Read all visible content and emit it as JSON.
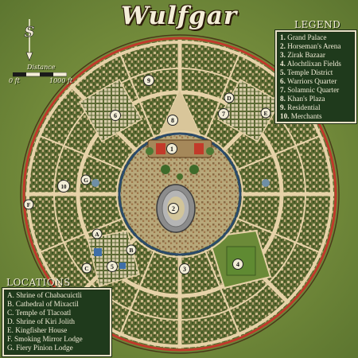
{
  "title": "Wulfgar",
  "legend": {
    "title": "LEGEND",
    "items": [
      {
        "num": "1.",
        "name": "Grand Palace"
      },
      {
        "num": "2.",
        "name": "Horseman's Arena"
      },
      {
        "num": "3.",
        "name": "Zirak Bazaar"
      },
      {
        "num": "4.",
        "name": "Alochtlixan Fields"
      },
      {
        "num": "5.",
        "name": "Temple District"
      },
      {
        "num": "6.",
        "name": "Warriors Quarter"
      },
      {
        "num": "7.",
        "name": "Solamnic Quarter"
      },
      {
        "num": "8.",
        "name": "Khan's Plaza"
      },
      {
        "num": "9.",
        "name": "Residential"
      },
      {
        "num": "10.",
        "name": "Merchants"
      }
    ]
  },
  "locations": {
    "title": "LOCATIONS",
    "items": [
      "A. Shrine of Chabacuictli",
      "B. Cathedral of Mixactil",
      "C. Temple of Tlacoatl",
      "D. Shrine of Kiri Jolith",
      "E. Kingfisher House",
      "F. Smoking Mirror Lodge",
      "G. Fiery Pinion Lodge"
    ]
  },
  "compass": {
    "letter": "S"
  },
  "scale": {
    "label": "Distance",
    "start": "0 ft",
    "end": "1000 ft"
  },
  "map_markers": {
    "numbers": [
      "1",
      "2",
      "3",
      "4",
      "5",
      "6",
      "7",
      "8",
      "9",
      "10"
    ],
    "letters": [
      "A",
      "B",
      "C",
      "D",
      "E",
      "F",
      "G"
    ]
  },
  "colors": {
    "grass": "#6f8a3a",
    "wall": "#c0392b",
    "road": "#e6d2a8",
    "panel": "#1f3a1c",
    "water": "#6f8fa6"
  }
}
